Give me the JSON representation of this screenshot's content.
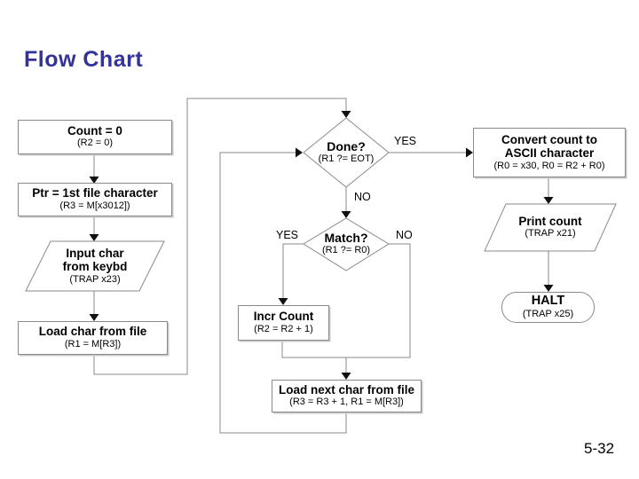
{
  "page": {
    "title": "Flow Chart",
    "page_number": "5-32"
  },
  "colors": {
    "title": "#333399",
    "line": "#8a8a8a",
    "arrow": "#111111",
    "text": "#000000"
  },
  "nodes": {
    "count": {
      "label": "Count = 0",
      "sub": "(R2 = 0)"
    },
    "ptr": {
      "label": "Ptr = 1st file character",
      "sub": "(R3 = M[x3012])"
    },
    "input": {
      "line1": "Input char",
      "line2": "from keybd",
      "sub": "(TRAP x23)"
    },
    "load_char": {
      "label": "Load char from file",
      "sub": "(R1 = M[R3])"
    },
    "done": {
      "label": "Done?",
      "sub": "(R1 ?= EOT)"
    },
    "match": {
      "label": "Match?",
      "sub": "(R1 ?= R0)"
    },
    "incr": {
      "label": "Incr Count",
      "sub": "(R2 = R2 + 1)"
    },
    "load_next": {
      "label": "Load next char from file",
      "sub": "(R3 = R3 + 1, R1 = M[R3])"
    },
    "convert": {
      "line1": "Convert count to",
      "line2": "ASCII character",
      "sub": "(R0 = x30, R0 = R2 + R0)"
    },
    "print": {
      "label": "Print count",
      "sub": "(TRAP x21)"
    },
    "halt": {
      "label": "HALT",
      "sub": "(TRAP x25)"
    }
  },
  "edge_labels": {
    "done_yes": "YES",
    "done_no": "NO",
    "match_yes": "YES",
    "match_no": "NO"
  }
}
